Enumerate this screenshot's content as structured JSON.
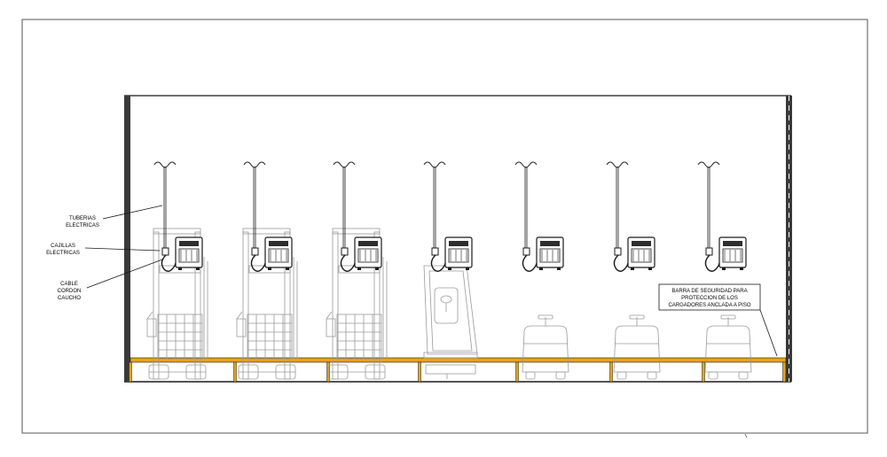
{
  "labels": {
    "tuberias_1": "TUBERIAS",
    "tuberias_2": "ELECTRICAS",
    "cajillas_1": "CAJILLAS",
    "cajillas_2": "ELECTRICAS",
    "cable_1": "CABLE",
    "cable_2": "CORDON",
    "cable_3": "CAUCHO",
    "barra_1": "BARRA DE SEGURIDAD PARA",
    "barra_2": "PROTECCION DE LOS",
    "barra_3": "CARGADORES ANCLADA A PISO"
  },
  "colors": {
    "line": "#1a1a1a",
    "barrier": "#e8a317",
    "equipment": "#9a9a9a"
  },
  "bays": [
    {
      "vehicle": "forklift"
    },
    {
      "vehicle": "forklift"
    },
    {
      "vehicle": "forklift"
    },
    {
      "vehicle": "pallet-stacker"
    },
    {
      "vehicle": "floor-scrubber"
    },
    {
      "vehicle": "floor-scrubber"
    },
    {
      "vehicle": "floor-scrubber"
    }
  ]
}
